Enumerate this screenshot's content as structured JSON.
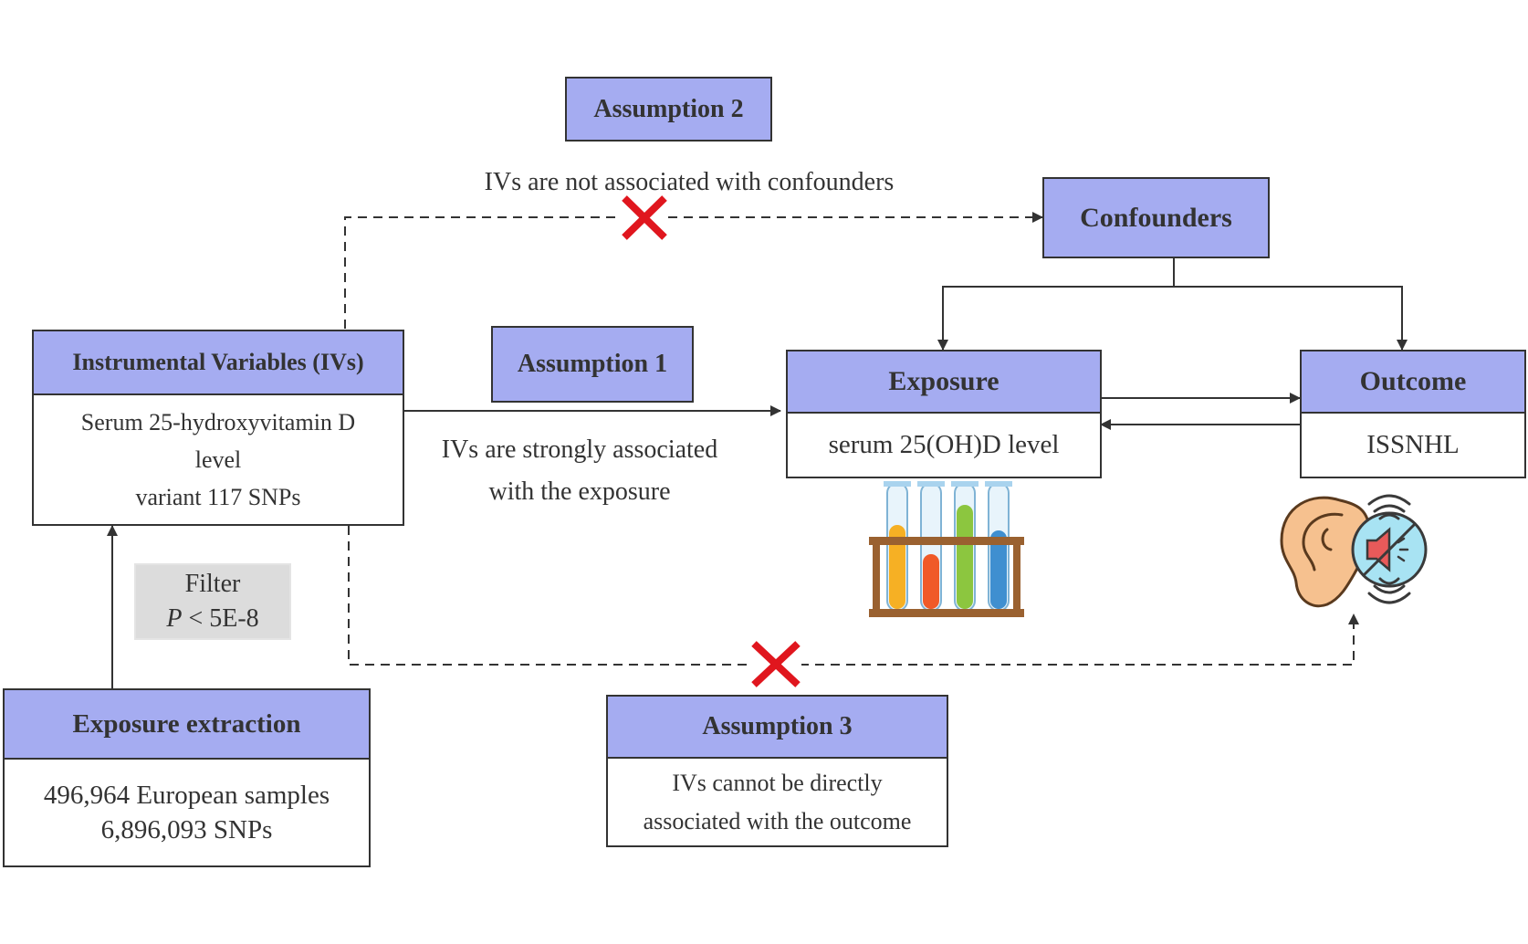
{
  "assumption2": {
    "title": "Assumption 2",
    "description": "IVs are not associated with confounders"
  },
  "confounders": {
    "title": "Confounders"
  },
  "instrumental_variables": {
    "title": "Instrumental Variables (IVs)",
    "lines": [
      "Serum 25-hydroxyvitamin D",
      "level",
      "variant 117 SNPs"
    ]
  },
  "assumption1": {
    "title": "Assumption 1",
    "description_lines": [
      "IVs are strongly associated",
      "with the exposure"
    ]
  },
  "exposure": {
    "title": "Exposure",
    "value": "serum 25(OH)D level"
  },
  "outcome": {
    "title": "Outcome",
    "value": "ISSNHL"
  },
  "filter": {
    "label": "Filter",
    "criterion_var": "P",
    "criterion_rest": " < 5E-8"
  },
  "exposure_extraction": {
    "title": "Exposure extraction",
    "lines": [
      "496,964 European samples",
      "6,896,093 SNPs"
    ]
  },
  "assumption3": {
    "title": "Assumption 3",
    "lines": [
      "IVs cannot be directly",
      "associated with the outcome"
    ]
  },
  "colors": {
    "header_fill": "#a5acf1",
    "line": "#333333",
    "cross": "#e0161e",
    "filter_fill": "#dcdcdc"
  }
}
